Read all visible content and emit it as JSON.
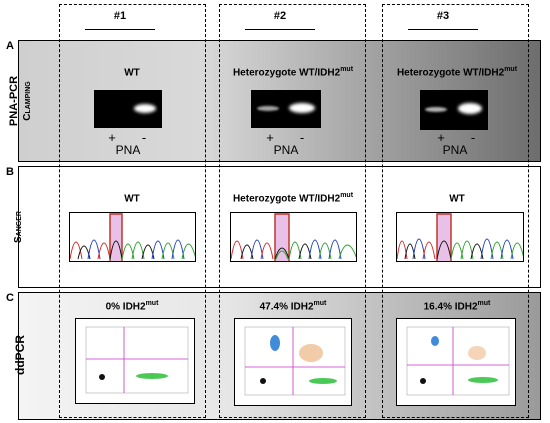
{
  "columns": [
    "#1",
    "#2",
    "#3"
  ],
  "rows": {
    "a": {
      "letter": "A",
      "label_line1": "PNA-PCR",
      "label_line2": "Clamping"
    },
    "b": {
      "letter": "B",
      "label": "Sanger"
    },
    "c": {
      "letter": "C",
      "label": "ddPCR"
    }
  },
  "pna_pcr": [
    {
      "title": "WT",
      "title_sup": "",
      "plus": "+",
      "minus": "-",
      "pna_label": "PNA"
    },
    {
      "title": "Heterozygote WT/IDH2",
      "title_sup": "mut",
      "plus": "+",
      "minus": "-",
      "pna_label": "PNA"
    },
    {
      "title": "Heterozygote WT/IDH2",
      "title_sup": "mut",
      "plus": "+",
      "minus": "-",
      "pna_label": "PNA"
    }
  ],
  "sanger": [
    {
      "title": "WT",
      "title_sup": ""
    },
    {
      "title": "Heterozygote WT/IDH2",
      "title_sup": "mut"
    },
    {
      "title": "WT",
      "title_sup": ""
    }
  ],
  "ddpcr": [
    {
      "title": "0% IDH2",
      "title_sup": "mut"
    },
    {
      "title": "47.4% IDH2",
      "title_sup": "mut"
    },
    {
      "title": "16.4% IDH2",
      "title_sup": "mut"
    }
  ],
  "colors": {
    "highlight_box": "#c0392b",
    "peak_pink": "#e8c0e8",
    "trace_green": "#2ca02c",
    "trace_blue": "#1f3fbf",
    "trace_red": "#d62728",
    "trace_black": "#111111",
    "drop_green": "#2bbf3a",
    "drop_blue": "#1f77d4",
    "drop_orange": "#e8a060",
    "threshold_magenta": "#cc33cc"
  }
}
